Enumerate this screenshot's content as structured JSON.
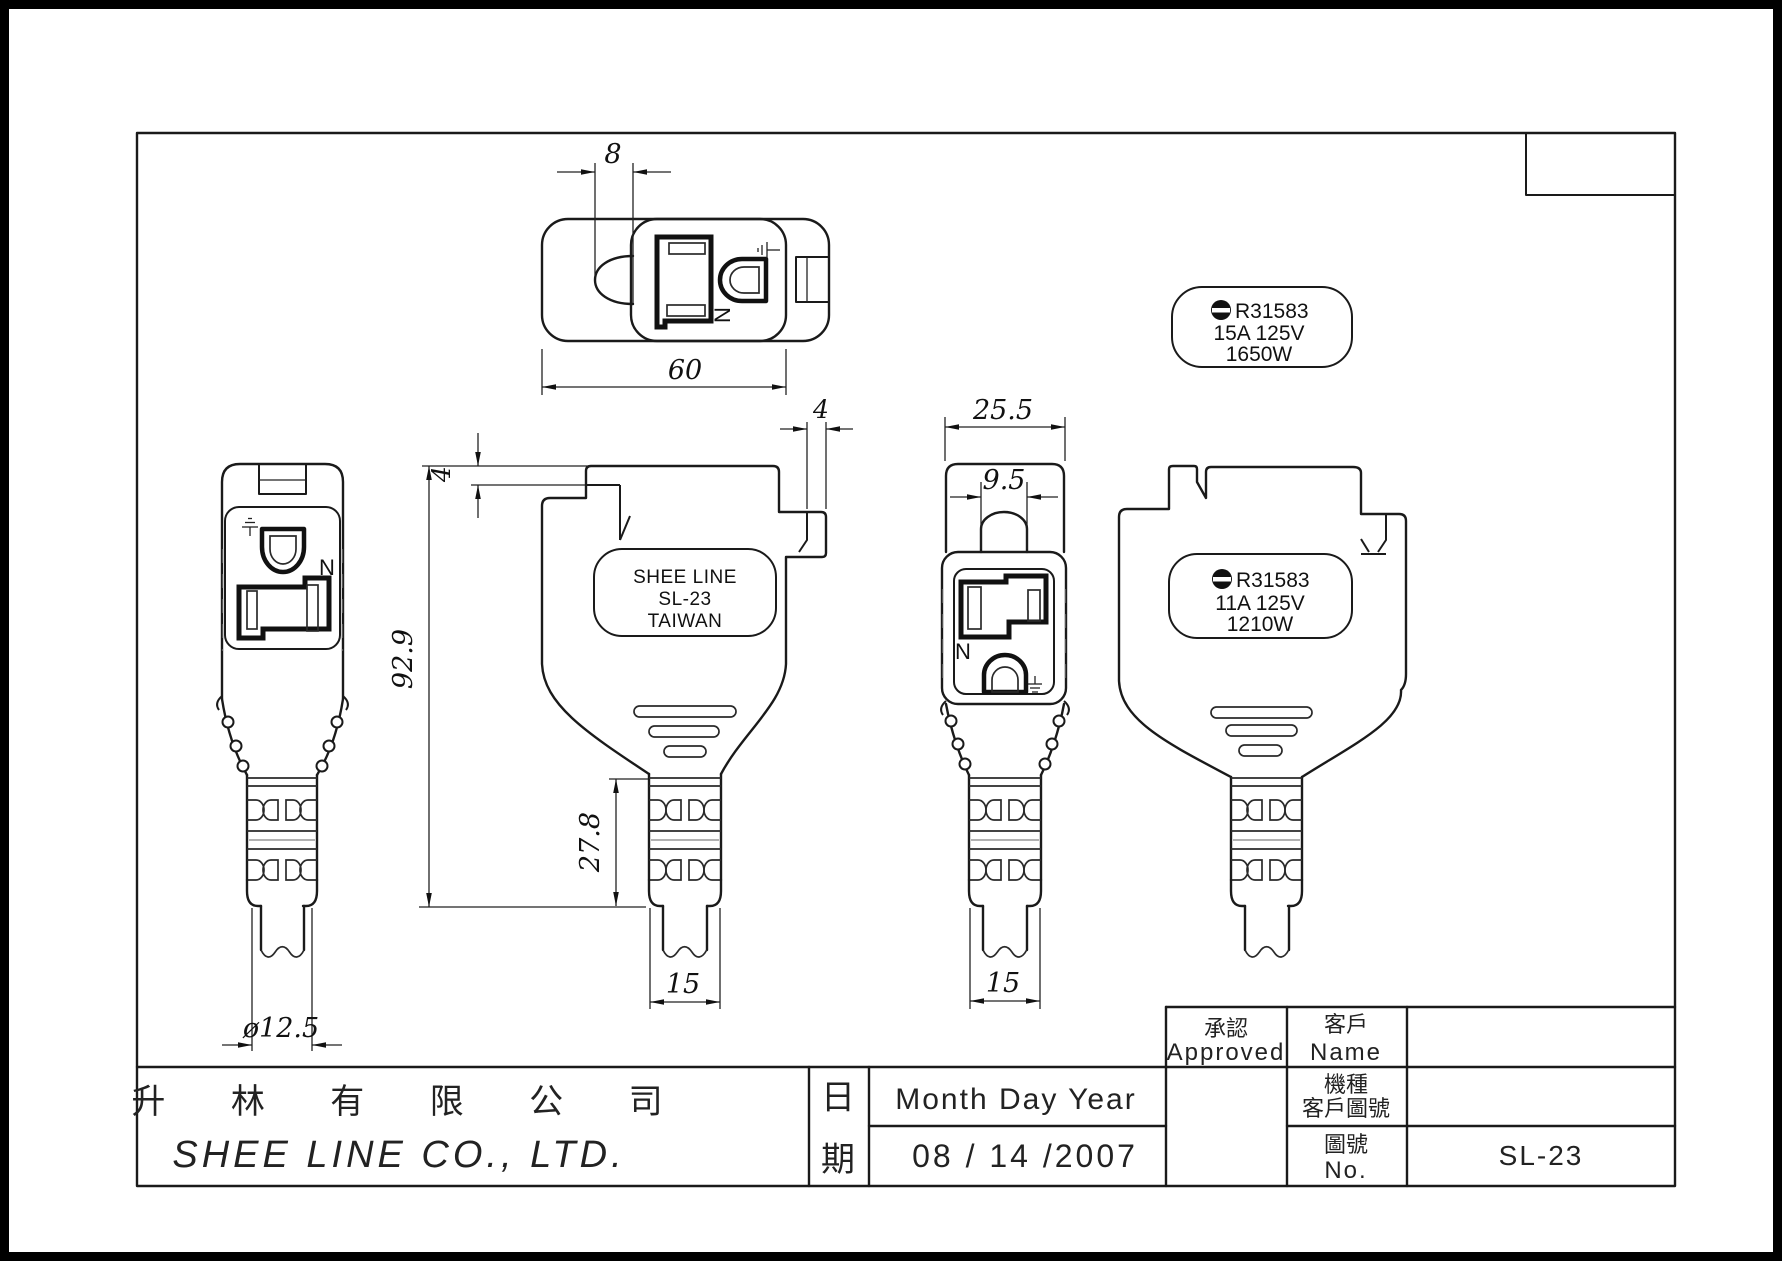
{
  "dims": {
    "top_dome_depth": "8",
    "overall_width": "60",
    "tab_height": "4",
    "latch_width": "4",
    "overall_height": "92.9",
    "relief_height": "27.8",
    "relief_width_mid": "15",
    "relief_width_right": "15",
    "cable_diameter": "ø12.5",
    "body_width": "25.5",
    "dome_width": "9.5"
  },
  "marks": {
    "n_top": "N",
    "n_front": "N",
    "n_face": "N"
  },
  "brand_label": {
    "line1": "SHEE LINE",
    "line2": "SL-23",
    "line3": "TAIWAN"
  },
  "cert_label_top": {
    "code": "R31583",
    "rating": "15A 125V",
    "power": "1650W"
  },
  "cert_label_side": {
    "code": "R31583",
    "rating": "11A 125V",
    "power": "1210W"
  },
  "title_block": {
    "company_zh": "升 林 有 限 公 司",
    "company_en": "SHEE LINE CO., LTD.",
    "date_zh_1": "日",
    "date_zh_2": "期",
    "date_header": "Month Day Year",
    "date_value": "08 / 14 /2007",
    "approved_zh": "承認",
    "approved_en": "Approved",
    "customer_zh": "客戶",
    "customer_en": "Name",
    "model_zh": "機種",
    "model_zh_2": "客戶圖號",
    "number_zh": "圖號",
    "number_en": "No.",
    "part_number": "SL-23"
  }
}
